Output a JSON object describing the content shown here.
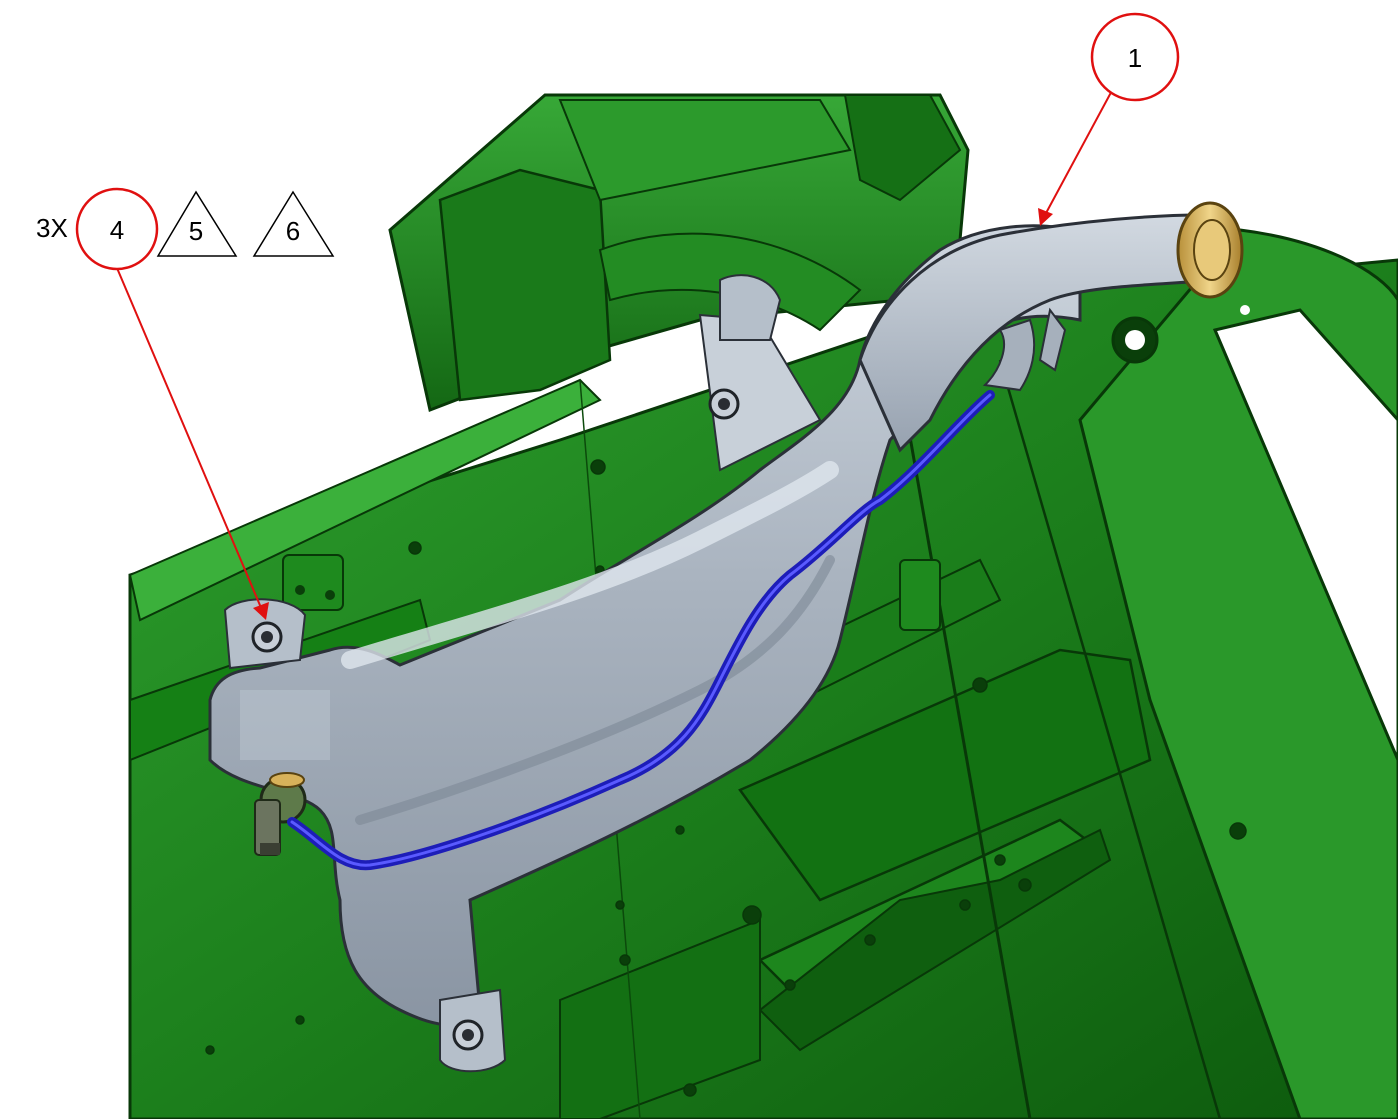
{
  "diagram": {
    "quantity_label": "3X",
    "callouts": {
      "item_1": "1",
      "item_4": "4",
      "note_5": "5",
      "note_6": "6"
    },
    "colors": {
      "chassis_green": "#1f8a1f",
      "chassis_dark": "#0e4a0e",
      "tank_gray": "#aeb7c2",
      "hose_blue": "#2a2ad8",
      "fitting_brass": "#d8b25a",
      "callout_red": "#e01010"
    }
  }
}
